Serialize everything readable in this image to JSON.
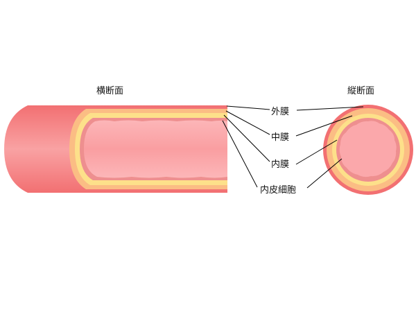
{
  "titles": {
    "longitudinal": "横断面",
    "cross": "縦断面"
  },
  "labels": {
    "adventitia": "外膜",
    "media": "中膜",
    "intima": "内膜",
    "endothelium": "内皮細胞"
  },
  "colors": {
    "outer_wall": "#f27072",
    "outer_wall_light": "#f9a0a2",
    "media": "#fbbd84",
    "intima": "#fde08a",
    "endothelium": "#ee8f8f",
    "lumen": "#fba8ab",
    "lumen_light": "#fcbcbe",
    "leader_line": "#000000"
  }
}
